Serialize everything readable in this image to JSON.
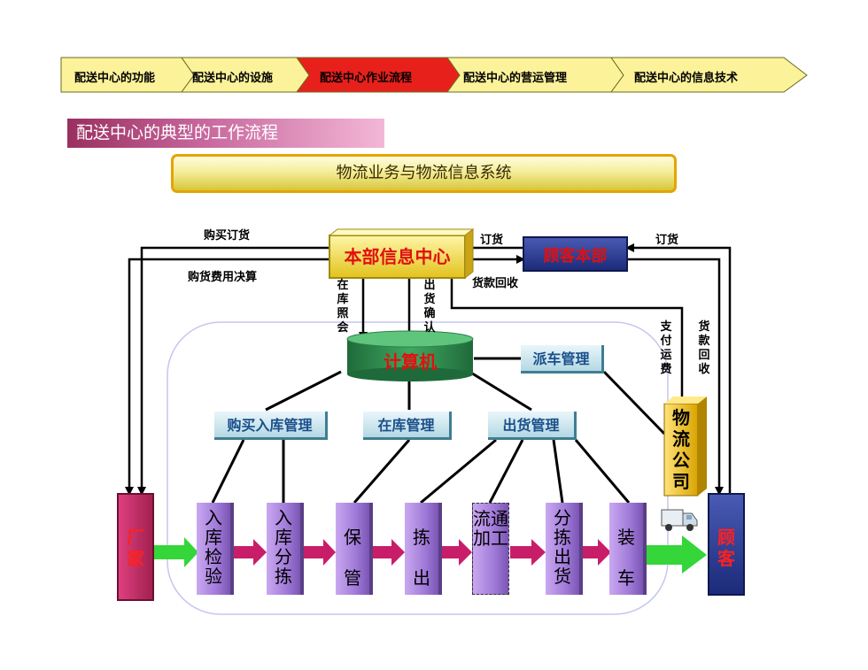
{
  "nav": {
    "items": [
      {
        "label": "配送中心的功能",
        "active": false
      },
      {
        "label": "配送中心的设施",
        "active": false
      },
      {
        "label": "配送中心作业流程",
        "active": true
      },
      {
        "label": "配送中心的营运管理",
        "active": false
      },
      {
        "label": "配送中心的信息技术",
        "active": false
      }
    ]
  },
  "section_title": "配送中心的典型的工作流程",
  "banner_title": "物流业务与物流信息系统",
  "nodes": {
    "hq_info": "本部信息中心",
    "customer_hq": "顾客本部",
    "computer": "计算机",
    "dispatch": "派车管理",
    "logistics_co": "物流公司",
    "factory": "厂家",
    "customer": "顾客"
  },
  "management": {
    "purchase": "购买入库管理",
    "stock": "在库管理",
    "shipping": "出货管理"
  },
  "steps": [
    "入库检验",
    "入库分拣",
    "保管",
    "拣出",
    "流通加工",
    "分拣出货",
    "装车"
  ],
  "labels": {
    "purchase_order": "购买订货",
    "purchase_settle": "购货费用决算",
    "order1": "订货",
    "order2": "订货",
    "payment_recovery": "货款回收",
    "stock_query": "在库照会",
    "ship_confirm": "出货确认",
    "pay_freight": "支付运费",
    "payment_recovery_v": "货款回收"
  },
  "colors": {
    "nav_active": "#e8201c",
    "nav_normal": "#fbf29a",
    "accent_red": "#e01010",
    "navy": "#1b2a78"
  }
}
